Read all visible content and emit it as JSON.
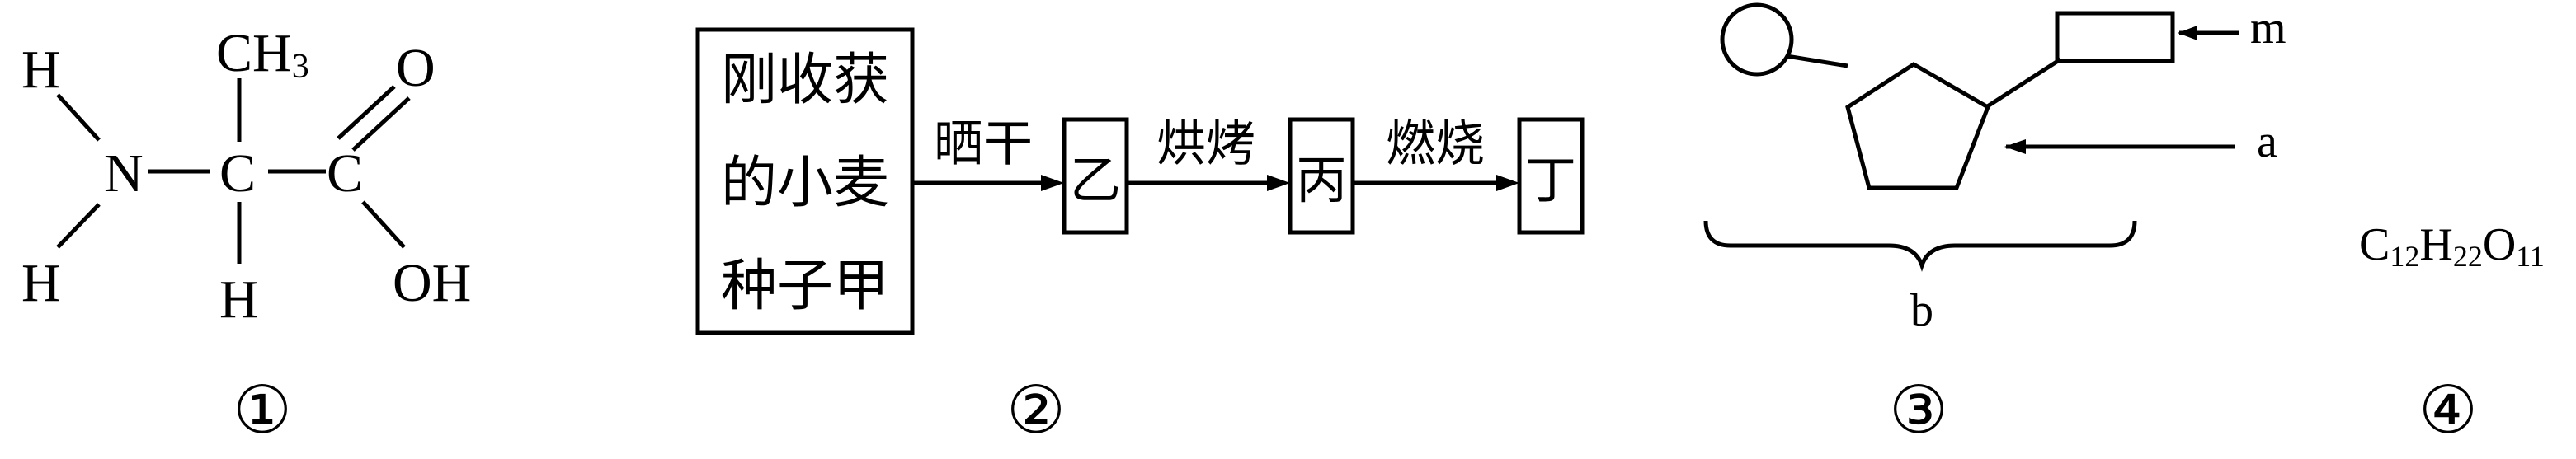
{
  "figure1": {
    "atoms": {
      "h_top": "H",
      "n": "N",
      "h_bottom": "H",
      "ch3_base": "CH",
      "ch3_sub": "3",
      "c_alpha": "C",
      "h_alpha": "H",
      "c_carboxyl": "C",
      "o": "O",
      "oh": "OH"
    },
    "number": "①"
  },
  "figure2": {
    "box_start": [
      "刚收获",
      "的小麦",
      "种子甲"
    ],
    "arrow1": "晒干",
    "box_b": "乙",
    "arrow2": "烘烤",
    "box_c": "丙",
    "arrow3": "燃烧",
    "box_d": "丁",
    "number": "②"
  },
  "figure3": {
    "label_m": "m",
    "label_a": "a",
    "label_b": "b",
    "number": "③"
  },
  "figure4": {
    "formula": {
      "c": "C",
      "c_sub": "12",
      "h": "H",
      "h_sub": "22",
      "o": "O",
      "o_sub": "11"
    },
    "number": "④"
  }
}
